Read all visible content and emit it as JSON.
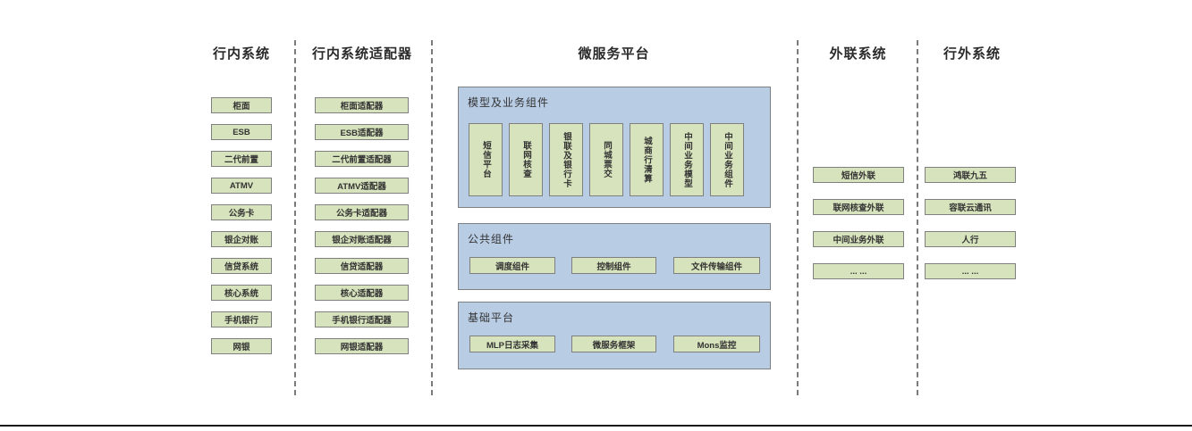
{
  "columns": {
    "internal": {
      "title": "行内系统",
      "items": [
        "柜面",
        "ESB",
        "二代前置",
        "ATMV",
        "公务卡",
        "银企对账",
        "信贷系统",
        "核心系统",
        "手机银行",
        "网银"
      ]
    },
    "adapters": {
      "title": "行内系统适配器",
      "items": [
        "柜面适配器",
        "ESB适配器",
        "二代前置适配器",
        "ATMV适配器",
        "公务卡适配器",
        "银企对账适配器",
        "信贷适配器",
        "核心适配器",
        "手机银行适配器",
        "网银适配器"
      ]
    },
    "platform": {
      "title": "微服务平台",
      "panels": [
        {
          "label": "模型及业务组件",
          "items": [
            "短信平台",
            "联网核查",
            "银联及银行卡",
            "同城票交",
            "城商行清算",
            "中间业务模型",
            "中间业务组件"
          ]
        },
        {
          "label": "公共组件",
          "items": [
            "调度组件",
            "控制组件",
            "文件传输组件"
          ]
        },
        {
          "label": "基础平台",
          "items": [
            "MLP日志采集",
            "微服务框架",
            "Mons监控"
          ]
        }
      ]
    },
    "outreach": {
      "title": "外联系统",
      "items": [
        "短信外联",
        "联网核查外联",
        "中间业务外联",
        "... ..."
      ]
    },
    "external": {
      "title": "行外系统",
      "items": [
        "鸿联九五",
        "容联云通讯",
        "人行",
        "... ..."
      ]
    }
  },
  "colors": {
    "box_fill": "#d6e3bc",
    "panel_fill": "#b8cce4",
    "box_border": "#7f7f7f",
    "separator": "#7b7b7b",
    "bottom_line": "#1a1a1a"
  }
}
